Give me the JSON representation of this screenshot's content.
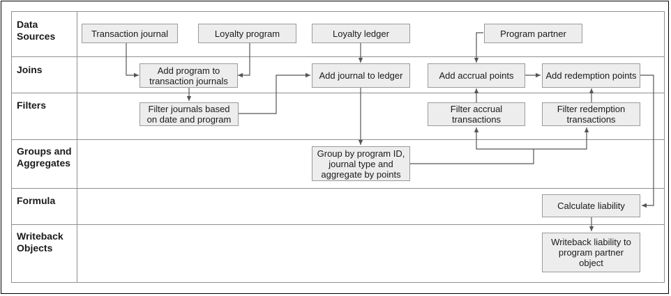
{
  "rows": {
    "data_sources": "Data Sources",
    "joins": "Joins",
    "filters": "Filters",
    "groups": "Groups and Aggregates",
    "formula": "Formula",
    "writeback": "Writeback Objects"
  },
  "nodes": {
    "transaction_journal": "Transaction journal",
    "loyalty_program": "Loyalty program",
    "loyalty_ledger": "Loyalty ledger",
    "program_partner": "Program partner",
    "add_program": "Add program to transaction journals",
    "add_journal": "Add journal to ledger",
    "add_accrual": "Add accrual points",
    "add_redemption": "Add redemption points",
    "filter_journals": "Filter journals based on date and program",
    "filter_accrual": "Filter accrual transactions",
    "filter_redemption": "Filter redemption transactions",
    "group_by": "Group by program ID, journal type and aggregate by points",
    "calculate_liability": "Calculate liability",
    "writeback_liability": "Writeback liability to program partner object"
  },
  "colors": {
    "box_fill": "#ededed",
    "box_border": "#9a9a9a",
    "line": "#555555",
    "grid": "#8f8f8f"
  }
}
